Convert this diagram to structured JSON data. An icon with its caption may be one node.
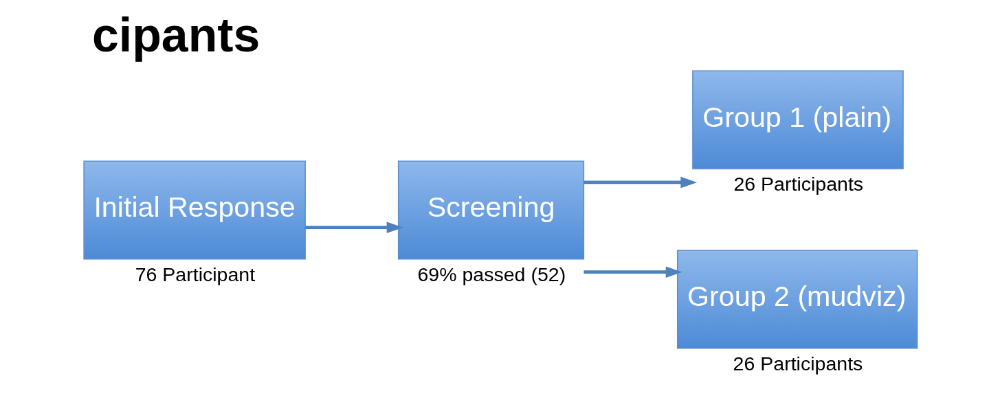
{
  "diagram": {
    "title": "cipants",
    "nodes": [
      {
        "text": [
          "Initial Response"
        ],
        "beside": [
          "76 Participant"
        ]
      },
      {
        "text": [
          "Screening"
        ],
        "beside": [
          "69% passed (52)"
        ]
      },
      {
        "text": [
          "Group 1 (plain)"
        ],
        "beside": [
          "26 Participants"
        ]
      },
      {
        "text": [
          "Group 2 (mudviz)"
        ],
        "beside": [
          "26 Participants"
        ]
      }
    ],
    "edges": [
      {
        "from": 0,
        "to": 1,
        "arrow": "to"
      },
      {
        "from": 1,
        "to": 2,
        "arrow": "to"
      },
      {
        "from": 1,
        "to": 3,
        "arrow": "to"
      }
    ]
  }
}
